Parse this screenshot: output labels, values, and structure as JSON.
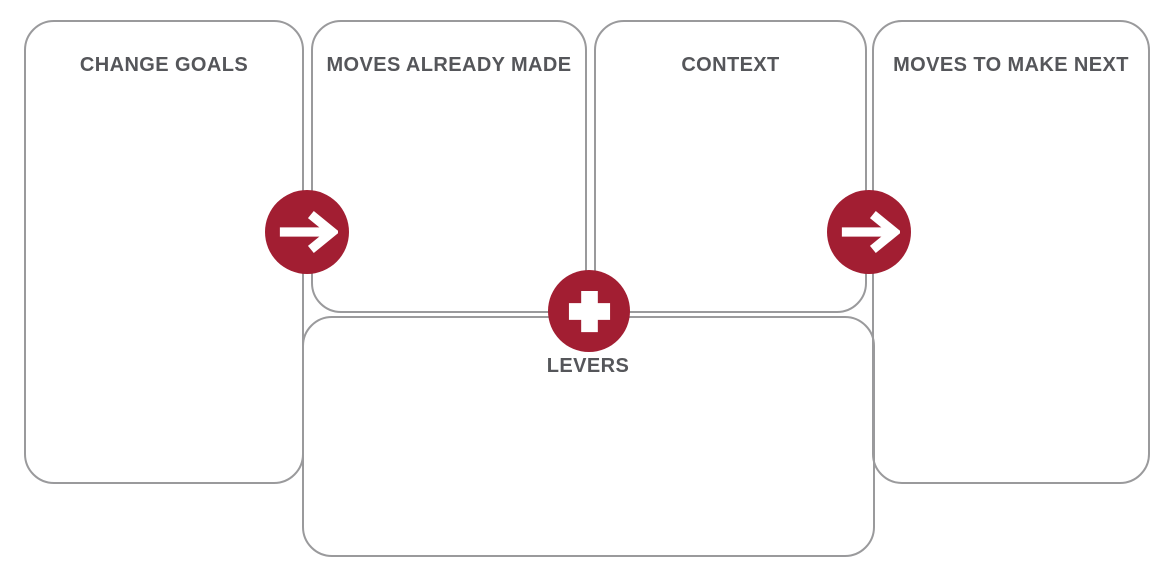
{
  "boxes": {
    "change_goals": {
      "title": "CHANGE GOALS"
    },
    "moves_already_made": {
      "title": "MOVES ALREADY MADE"
    },
    "context": {
      "title": "CONTEXT"
    },
    "moves_to_make_next": {
      "title": "MOVES TO MAKE NEXT"
    },
    "levers": {
      "title": "LEVERS"
    }
  },
  "icons": {
    "connector_1": "arrow-right",
    "connector_2": "plus",
    "connector_3": "arrow-right"
  },
  "colors": {
    "accent_red": "#a21e32",
    "border_gray": "#9a9a9c",
    "title_text": "#55565a",
    "background": "#ffffff",
    "icon_glyph": "#ffffff"
  }
}
